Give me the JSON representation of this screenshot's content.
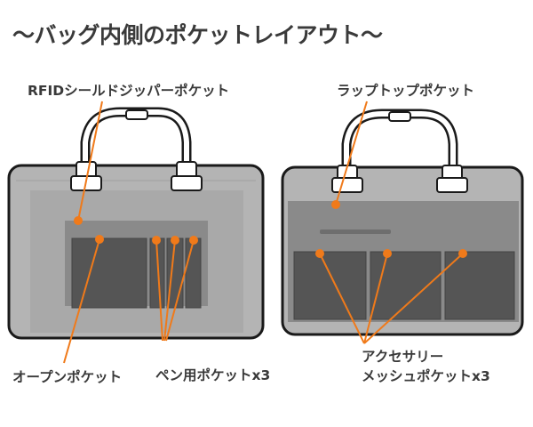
{
  "title": "〜バッグ内側のポケットレイアウト〜",
  "colors": {
    "accent": "#f07a1a",
    "text": "#3a3a3a",
    "bag_body": "#b4b4b4",
    "panel": "#8a8a8a",
    "pocket": "#555555"
  },
  "labels": {
    "rfid_zipper_pocket": "RFIDシールドジッパーポケット",
    "laptop_pocket": "ラップトップポケット",
    "open_pocket": "オープンポケット",
    "pen_pocket": "ペン用ポケットx3",
    "accessory_mesh_line1": "アクセサリー",
    "accessory_mesh_line2": "メッシュポケットx3"
  }
}
